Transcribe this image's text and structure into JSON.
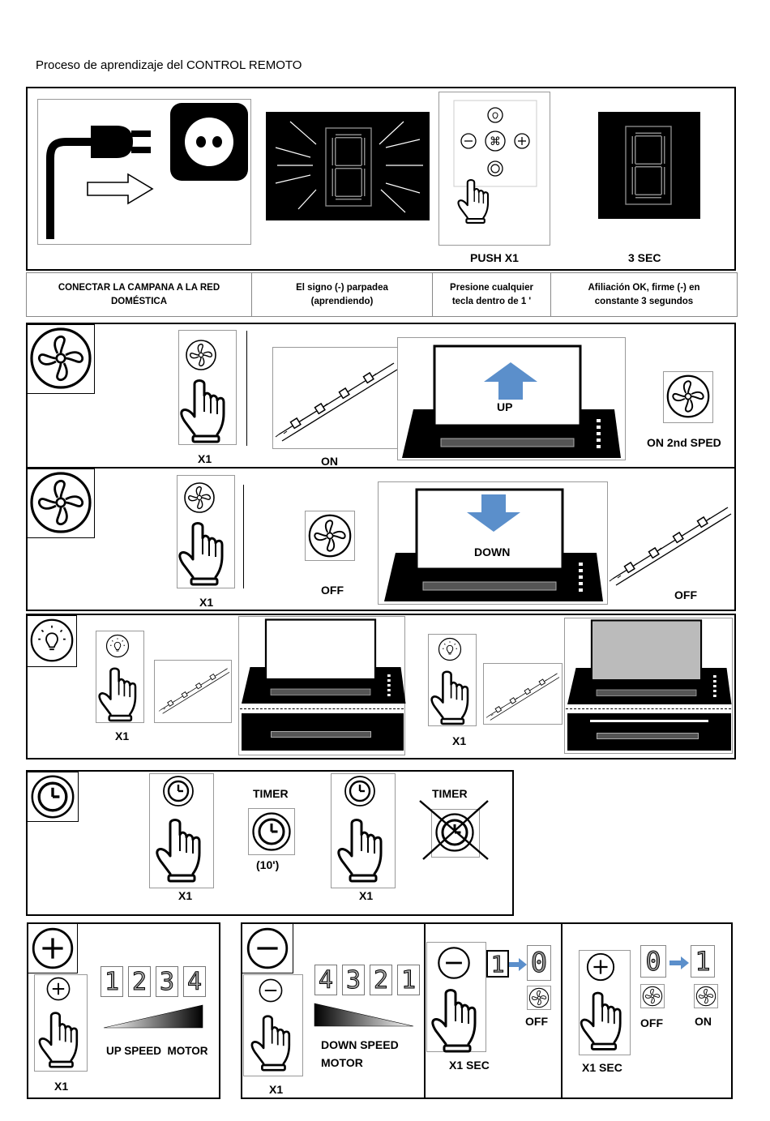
{
  "page": {
    "title": "Proceso de aprendizaje del CONTROL REMOTO"
  },
  "step1": {
    "push_label": "PUSH X1",
    "sec_label": "3 SEC",
    "captions": [
      "CONECTAR LA CAMPANA A LA RED DOMÉSTICA",
      "El signo (-) parpadea (aprendiendo)",
      "Presione cualquier tecla dentro de 1 '",
      "Afiliación OK, firme (-) en constante 3 segundos"
    ]
  },
  "fan_up": {
    "x1": "X1",
    "on": "ON",
    "up": "UP",
    "speed": "ON 2nd SPED"
  },
  "fan_down": {
    "x1": "X1",
    "off1": "OFF",
    "down": "DOWN",
    "off2": "OFF"
  },
  "light": {
    "x1_a": "X1",
    "x1_b": "X1"
  },
  "timer": {
    "timer_a": "TIMER",
    "minutes": "(10')",
    "x1_a": "X1",
    "timer_b": "TIMER",
    "x1_b": "X1"
  },
  "speed": {
    "plus_x1": "X1",
    "up_speed": "UP SPEED  MOTOR",
    "up_digits": [
      "1",
      "2",
      "3",
      "4"
    ],
    "minus_x1": "X1",
    "down_speed_1": "DOWN SPEED",
    "down_speed_2": "MOTOR",
    "down_digits": [
      "4",
      "3",
      "2",
      "1"
    ],
    "minus_sec": "X1 SEC",
    "minus_off": "OFF",
    "minus_from": "1",
    "minus_to": "0",
    "plus_sec": "X1 SEC",
    "plus_off": "OFF",
    "plus_on": "ON",
    "plus_from": "0",
    "plus_to": "1"
  },
  "colors": {
    "arrow_blue": "#5b8fcb",
    "ink": "#000000"
  },
  "icons": [
    "plug-icon",
    "socket-icon",
    "seven-segment-icon",
    "remote-control-icon",
    "hand-pointer-icon",
    "fan-icon",
    "led-strip-icon",
    "hood-icon",
    "light-bulb-icon",
    "clock-icon",
    "plus-icon",
    "minus-icon"
  ]
}
